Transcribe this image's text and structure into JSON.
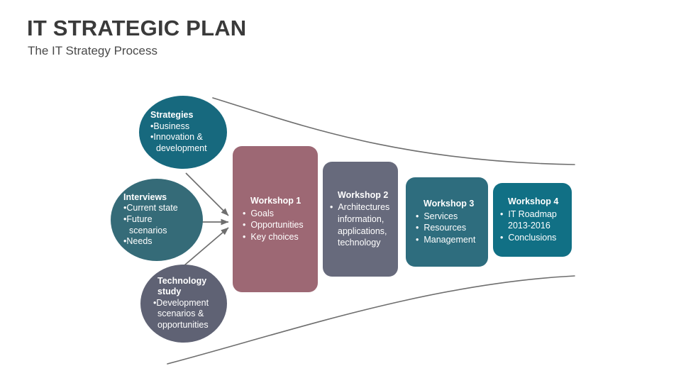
{
  "header": {
    "title": "IT STRATEGIC PLAN",
    "subtitle": "The IT Strategy Process"
  },
  "colors": {
    "title_text": "#3a3a3a",
    "subtitle_text": "#4a4a4a",
    "circle_strategies": "#17697e",
    "circle_interviews": "#356b78",
    "circle_technology": "#5f6274",
    "workshop1": "#9d6874",
    "workshop2": "#676a7c",
    "workshop3": "#2e6d7e",
    "workshop4": "#117085",
    "funnel_line": "#6e6e6e",
    "arrow": "#6e6e6e",
    "background": "#ffffff"
  },
  "inputs": [
    {
      "id": "strategies",
      "title": "Strategies",
      "items": [
        "Business",
        "Innovation &\ndevelopment"
      ]
    },
    {
      "id": "interviews",
      "title": "Interviews",
      "items": [
        "Current state",
        "Future\nscenarios",
        "Needs"
      ]
    },
    {
      "id": "technology",
      "title": "Technology\nstudy",
      "items": [
        "Development\nscenarios &\nopportunities"
      ]
    }
  ],
  "workshops": [
    {
      "id": "workshop1",
      "title": "Workshop 1",
      "items": [
        "Goals",
        "Opportunities",
        "Key choices"
      ]
    },
    {
      "id": "workshop2",
      "title": "Workshop 2",
      "items": [
        "Architectures\ninformation,\napplications,\ntechnology"
      ]
    },
    {
      "id": "workshop3",
      "title": "Workshop 3",
      "items": [
        "Services",
        "Resources",
        "Management"
      ]
    },
    {
      "id": "workshop4",
      "title": "Workshop 4",
      "items": [
        "IT Roadmap\n2013-2016",
        "Conclusions"
      ]
    }
  ],
  "connectors": {
    "arrow_count": 3,
    "funnel_curves": 2
  }
}
